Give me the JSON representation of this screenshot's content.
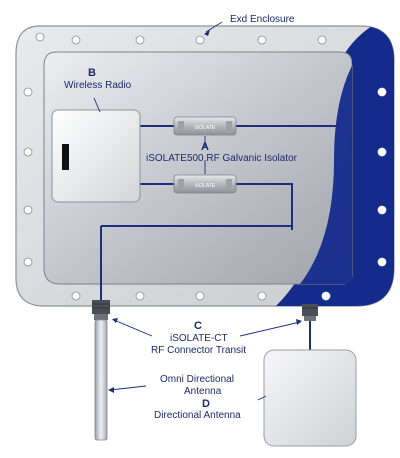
{
  "labels": {
    "enclosure": "Exd Enclosure",
    "b_letter": "B",
    "wireless_radio": "Wireless Radio",
    "a_letter": "A",
    "isolator": "iSOLATE500 RF Galvanic Isolator",
    "c_letter": "C",
    "isolate_ct": "iSOLATE-CT",
    "connector_transit": "RF Connector Transit",
    "omni_line1": "Omni Directional",
    "omni_line2": "Antenna",
    "d_letter": "D",
    "directional": "Directional Antenna"
  },
  "isolator_tag": "iSOLATE",
  "colors": {
    "enclosure_flange": "#d9dadd",
    "enclosure_inner": "#b9bcc2",
    "blue_panel": "#142b8c",
    "cable": "#1c2f7a",
    "label_text": "#1d2a6b"
  },
  "icons": {
    "radio_status": "status-bar-icon"
  }
}
